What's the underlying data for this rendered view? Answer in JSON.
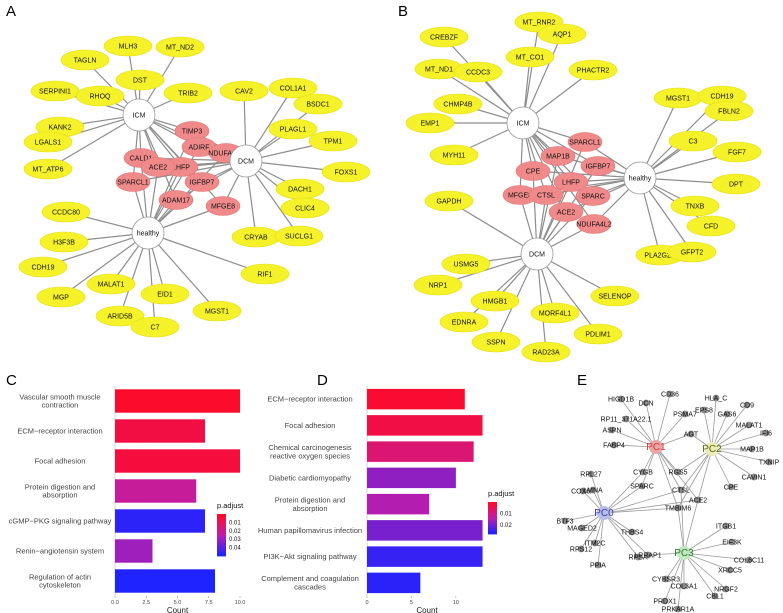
{
  "panels": {
    "A": {
      "label": "A",
      "hubs": [
        {
          "id": "ICM",
          "label": "ICM"
        },
        {
          "id": "DCM",
          "label": "DCM"
        },
        {
          "id": "healthy",
          "label": "healthy"
        }
      ],
      "shared_nodes": [
        "TIMP3",
        "ADIRF",
        "NDUFA4L2",
        "CALD1",
        "LHFP",
        "ACE2",
        "SPARCL1",
        "IGFBP7",
        "ADAM17",
        "MFGE8"
      ],
      "leaf_nodes": [
        "TAGLN",
        "MLH3",
        "MT_ND2",
        "SERPINI1",
        "RHOQ",
        "DST",
        "TRIB2",
        "KANK2",
        "LGALS1",
        "MT_ATP6",
        "CAV2",
        "COL1A1",
        "BSDC1",
        "PLAGL1",
        "TPM1",
        "FOXS1",
        "DACH1",
        "CLIC4",
        "CRYAB",
        "SUCLG1",
        "CCDC80",
        "H3F3B",
        "CDH19",
        "MGP",
        "MALAT1",
        "ARID5B",
        "EID1",
        "C7",
        "MGST1",
        "RIF1"
      ]
    },
    "B": {
      "label": "B",
      "hubs": [
        {
          "id": "ICM",
          "label": "ICM"
        },
        {
          "id": "DCM",
          "label": "DCM"
        },
        {
          "id": "healthy",
          "label": "healthy"
        }
      ],
      "shared_nodes": [
        "SPARCL1",
        "MAP1B",
        "IGFBP7",
        "CPE",
        "LHFP",
        "MFGE8",
        "CTSL",
        "SPARC",
        "ACE2",
        "NDUFA4L2"
      ],
      "leaf_nodes": [
        "MT_RNR2",
        "CREBZF",
        "AQP1",
        "MT_ND1",
        "CCDC3",
        "MT_CO1",
        "PHACTR2",
        "CHMP4B",
        "EMP1",
        "MYH11",
        "MGST1",
        "CDH19",
        "FBLN2",
        "C3",
        "FGF7",
        "DPT",
        "TNXB",
        "CFD",
        "PLA2G2A",
        "GFPT2",
        "GAPDH",
        "USMG5",
        "NRP1",
        "HMGB1",
        "EDNRA",
        "MORF4L1",
        "SSPN",
        "RAD23A",
        "PDLIM1",
        "SELENOP"
      ]
    },
    "C": {
      "label": "C"
    },
    "D": {
      "label": "D"
    },
    "E": {
      "label": "E",
      "pcs": [
        {
          "id": "PC1",
          "label": "PC1",
          "color": "#e8a6a6",
          "text_color": "#d93a3a"
        },
        {
          "id": "PC2",
          "label": "PC2",
          "color": "#e9ecb6",
          "text_color": "#5a6a10"
        },
        {
          "id": "PC0",
          "label": "PC0",
          "color": "#b8bde6",
          "text_color": "#3a40a8"
        },
        {
          "id": "PC3",
          "label": "PC3",
          "color": "#bfe8bf",
          "text_color": "#2f7a2f"
        }
      ],
      "genes": [
        "HIGD1B",
        "DCN",
        "CD36",
        "RP11_371A22.1",
        "PSMA7",
        "ASPN",
        "FABP4",
        "CYGB",
        "RGS5",
        "SPARC",
        "HLA_C",
        "CD9",
        "EPS8",
        "GAS6",
        "AGT",
        "MALAT1",
        "IFI6",
        "MAP1B",
        "TXNIP",
        "CAVIN1",
        "CPE",
        "CTSL",
        "ACE2",
        "TMBIM6",
        "RPL27",
        "COX6A",
        "LMNA",
        "BTF3",
        "MAGED2",
        "RPS12",
        "ITM2C",
        "PPIA",
        "THBS4",
        "RPSA",
        "ITGB1",
        "EIF3K",
        "COL6C11",
        "XRCC5",
        "LRRAP1",
        "NRGF2",
        "CYBSR3",
        "COL3A1",
        "CBL1",
        "PRDX1",
        "PRKAR1A"
      ]
    }
  },
  "chart_data": [
    {
      "panel": "C",
      "type": "bar",
      "orientation": "horizontal",
      "categories": [
        "Vascular smooth muscle contraction",
        "ECM−receptor interaction",
        "Focal adhesion",
        "Protein digestion and absorption",
        "cGMP−PKG signaling pathway",
        "Renin−angiotensin system",
        "Regulation of actin cytoskeleton"
      ],
      "values": [
        10,
        7.2,
        10,
        6.5,
        7.2,
        3,
        8
      ],
      "p_adjust": [
        0.001,
        0.005,
        0.004,
        0.022,
        0.048,
        0.03,
        0.05
      ],
      "xlabel": "Count",
      "xticks": [
        "0.0",
        "2.5",
        "5.0",
        "7.5",
        "10.0"
      ],
      "xlim": [
        0,
        10
      ],
      "legend": {
        "title": "p.adjust",
        "ticks": [
          "0.01",
          "0.02",
          "0.03",
          "0.04"
        ],
        "position": "right"
      }
    },
    {
      "panel": "D",
      "type": "bar",
      "orientation": "horizontal",
      "categories": [
        "ECM−receptor interaction",
        "Focal adhesion",
        "Chemical carcinogenesis reactive oxygen species",
        "Diabetic cardiomyopathy",
        "Protein digestion and absorption",
        "Human papillomavirus infection",
        "PI3K−Akt signaling pathway",
        "Complement and coagulation cascades"
      ],
      "values": [
        11,
        13,
        12,
        10,
        7,
        13,
        13,
        6
      ],
      "p_adjust": [
        0.001,
        0.003,
        0.008,
        0.018,
        0.015,
        0.02,
        0.026,
        0.027
      ],
      "xlabel": "Count",
      "xticks": [
        "0",
        "5",
        "10"
      ],
      "xlim": [
        0,
        13.5
      ],
      "legend": {
        "title": "p.adjust",
        "ticks": [
          "0.01",
          "0.02"
        ],
        "position": "right"
      }
    }
  ]
}
